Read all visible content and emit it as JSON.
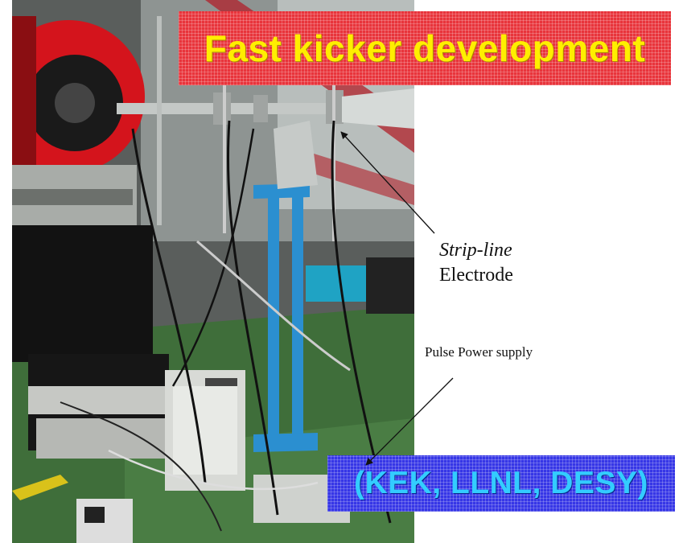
{
  "title_banner": {
    "text": "Fast kicker development"
  },
  "affiliation_banner": {
    "text": "(KEK, LLNL, DESY)"
  },
  "annotations": {
    "stripline_line1": "Strip-line",
    "stripline_line2": "Electrode",
    "pulse_power": "Pulse Power supply"
  },
  "colors": {
    "title_bg": "#e8343b",
    "title_text": "#ffee00",
    "affil_bg": "#3636e6",
    "affil_text": "#33ccff",
    "floor_green": "#3f6e3a",
    "stand_blue": "#2b8fd0",
    "magnet_red": "#d4141c"
  },
  "photo": {
    "description_icon": "lab-equipment-photo"
  }
}
